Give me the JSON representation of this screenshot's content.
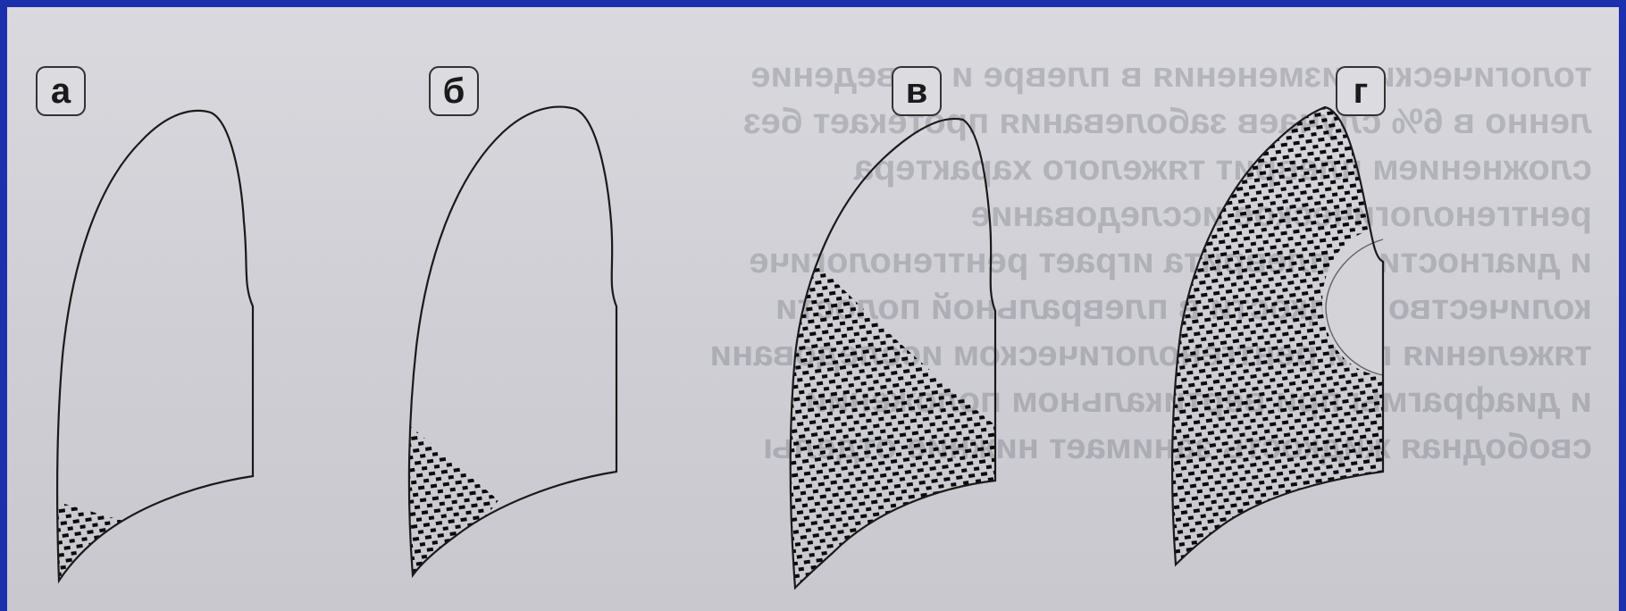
{
  "panels": [
    {
      "id": "a",
      "label": "а",
      "fill_level": "small basal effusion (costophrenic angle)"
    },
    {
      "id": "b",
      "label": "б",
      "fill_level": "moderate basal effusion"
    },
    {
      "id": "v",
      "label": "в",
      "fill_level": "large effusion with oblique upper border"
    },
    {
      "id": "g",
      "label": "г",
      "fill_level": "total effusion with residual lung"
    }
  ],
  "colors": {
    "frame": "#1c30ad",
    "paper": "#d3d3d8",
    "outline": "#1a1a1a",
    "hatch": "#0a0a0a"
  },
  "background_text": [
    "тологические изменения в плевре и поведение",
    "ленно в 6% случаев заболевания протекает без",
    "сложнением плеврит тяжелого характера",
    "рентгенологическое исследование",
    "и диагностике плеврита играет рентгенологиче",
    "количество жидкости в плевральной полости",
    "тяжеления при рентгенологическом исследовани",
    "и диафрагмы при вертикальном положении",
    "свободная жидкость занимает нижние отделы"
  ]
}
